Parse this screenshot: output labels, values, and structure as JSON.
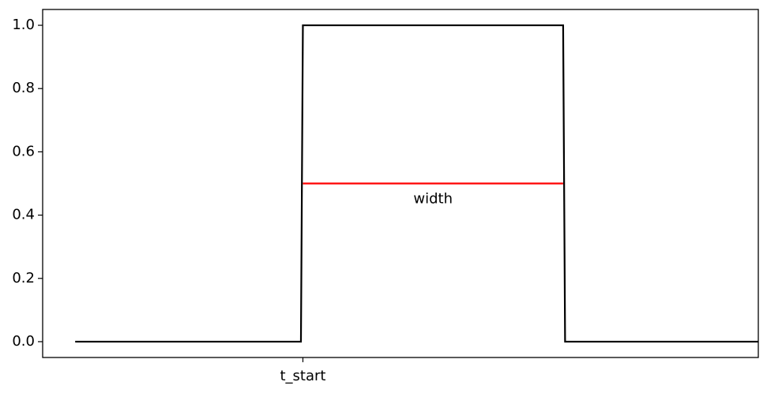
{
  "chart_data": {
    "type": "line",
    "title": "",
    "xlabel": "",
    "ylabel": "",
    "grid": false,
    "xlim": [
      -0.5,
      10.5
    ],
    "ylim": [
      -0.05,
      1.05
    ],
    "x_ticks": [
      {
        "value": 3.5,
        "label": "t_start"
      }
    ],
    "y_ticks": [
      {
        "value": 0.0,
        "label": "0.0"
      },
      {
        "value": 0.2,
        "label": "0.2"
      },
      {
        "value": 0.4,
        "label": "0.4"
      },
      {
        "value": 0.6,
        "label": "0.6"
      },
      {
        "value": 0.8,
        "label": "0.8"
      },
      {
        "value": 1.0,
        "label": "1.0"
      }
    ],
    "series": [
      {
        "color": "#000000",
        "x": [
          0,
          3.47,
          3.5,
          7.5,
          7.53,
          11
        ],
        "y": [
          0,
          0,
          1,
          1,
          0,
          0
        ]
      }
    ],
    "annotations": [
      {
        "type": "segment",
        "color": "#ff0000",
        "x": [
          3.5,
          7.5
        ],
        "y": 0.5
      },
      {
        "type": "text",
        "text": "width",
        "x": 5.5,
        "y": 0.45
      }
    ]
  }
}
